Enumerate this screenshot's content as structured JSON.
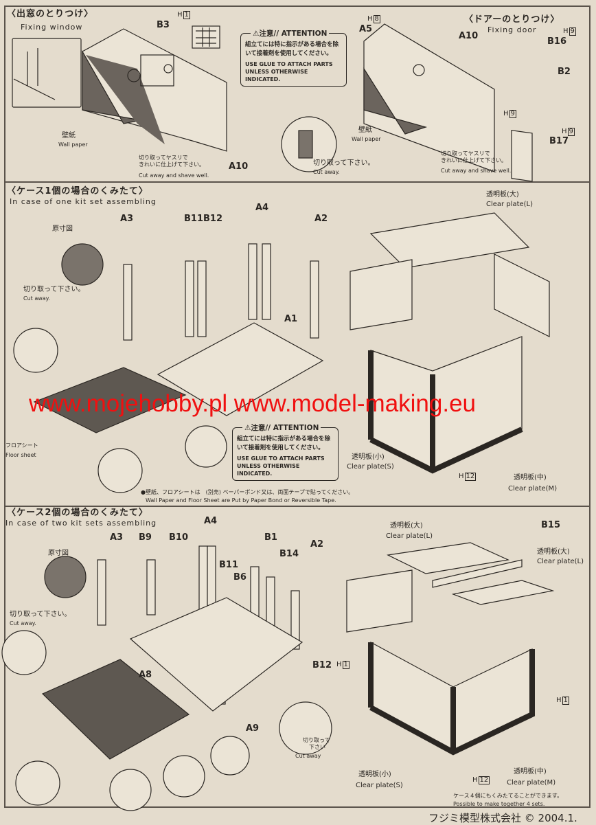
{
  "watermark": "www.mojehobby.pl www.model-making.eu",
  "attention": {
    "header": "⚠注意// ATTENTION",
    "jp": "組立てには特に指示がある場合を除いて接着剤を使用してください。",
    "en": "USE GLUE TO ATTACH PARTS UNLESS OTHERWISE INDICATED."
  },
  "window_section": {
    "title": "〈出窓のとりつけ〉",
    "subtitle": "Fixing window",
    "h1": "H",
    "h1n": "1",
    "b3": "B3",
    "wallpaper_jp": "壁紙",
    "wallpaper_en": "Wall paper",
    "shave_jp1": "切り取ってヤスリで",
    "shave_jp2": "きれいに仕上げて下さい。",
    "shave_en": "Cut away and shave well.",
    "a10": "A10",
    "cut_jp": "切り取って下さい。",
    "cut_en": "Cut away."
  },
  "door_section": {
    "title": "〈ドアーのとりつけ〉",
    "subtitle": "Fixing door",
    "h8": "H",
    "h8n": "8",
    "a5": "A5",
    "a10": "A10",
    "h9": "H",
    "h9n": "9",
    "b16": "B16",
    "b2": "B2",
    "b17": "B17",
    "wallpaper_jp": "壁紙",
    "wallpaper_en": "Wall paper",
    "shave_jp1": "切り取ってヤスリで",
    "shave_jp2": "きれいに仕上げて下さい。",
    "shave_en": "Cut away and shave well."
  },
  "one_kit": {
    "title": "〈ケース1個の場合のくみたて〉",
    "subtitle": "In case of one kit set assembling",
    "a3": "A3",
    "b11b12": "B11B12",
    "a4": "A4",
    "a2": "A2",
    "a1": "A1",
    "fullsize": "原寸図",
    "cut_jp": "切り取って下さい。",
    "cut_en": "Cut away.",
    "floor_jp": "フロアシート",
    "floor_en": "Floor sheet",
    "plate_l_jp": "透明板(大)",
    "plate_l_en": "Clear plate(L)",
    "plate_s_jp": "透明板(小)",
    "plate_s_en": "Clear plate(S)",
    "h12": "H",
    "h12n": "12",
    "plate_m_jp": "透明板(中)",
    "plate_m_en": "Clear plate(M)",
    "note_jp": "●壁紙、フロアシートは　(別売) ペーパーボンド又は、両面テープで貼ってください。",
    "note_en": "Wall Paper and Floor Sheet are Put by Paper Bond or Reversible Tape."
  },
  "two_kit": {
    "title": "〈ケース2個の場合のくみたて〉",
    "subtitle": "In case of two kit sets assembling",
    "a3": "A3",
    "b9": "B9",
    "b10": "B10",
    "a4": "A4",
    "b1": "B1",
    "b14": "B14",
    "a2": "A2",
    "b11": "B11",
    "b6": "B6",
    "b12": "B12",
    "a8": "A8",
    "a9": "A9",
    "fullsize": "原寸図",
    "cut_jp": "切り取って下さい。",
    "cut_en": "Cut away.",
    "cut2_jp1": "切り取って",
    "cut2_jp2": "下さい",
    "cut2_en": "Cut away",
    "plate_l_jp": "透明板(大)",
    "plate_l_en": "Clear plate(L)",
    "b15": "B15",
    "h1": "H",
    "h1n": "1",
    "plate_s_jp": "透明板(小)",
    "plate_s_en": "Clear plate(S)",
    "h12": "H",
    "h12n": "12",
    "plate_m_jp": "透明板(中)",
    "plate_m_en": "Clear plate(M)",
    "note_jp": "ケース４個にもくみたてることができます。",
    "note_en": "Possible to make together 4 sets."
  },
  "footer": "フジミ模型株式会社 © 2004.1."
}
